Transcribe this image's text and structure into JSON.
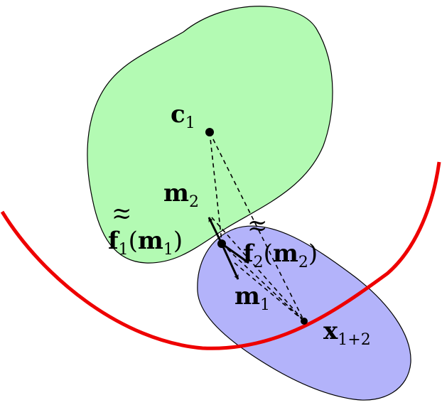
{
  "colors": {
    "green_region": "#b3fab3",
    "blue_region": "#b3b3fa",
    "curve": "#ee0000",
    "ink": "#000000"
  },
  "labels": {
    "c1": {
      "main": "c",
      "sub": "1"
    },
    "m2": {
      "main": "m",
      "sub": "2"
    },
    "f1": {
      "tilde": "~",
      "main": "f",
      "sub": "1",
      "arg_open": "(",
      "arg": "m",
      "arg_sub": "1",
      "arg_close": ")"
    },
    "f2": {
      "tilde": "~",
      "main": "f",
      "sub": "2",
      "arg_open": "(",
      "arg": "m",
      "arg_sub": "2",
      "arg_close": ")"
    },
    "m1": {
      "main": "m",
      "sub": "1"
    },
    "x12": {
      "main": "x",
      "sub": "1+2"
    }
  }
}
